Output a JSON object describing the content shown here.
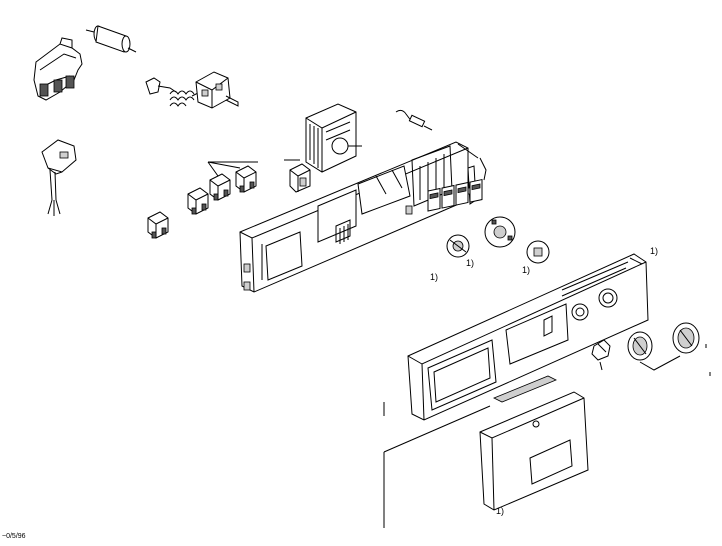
{
  "diagram": {
    "type": "exploded-parts-view",
    "annotation_marker": "1)",
    "footer_code": "~0/5/96"
  }
}
